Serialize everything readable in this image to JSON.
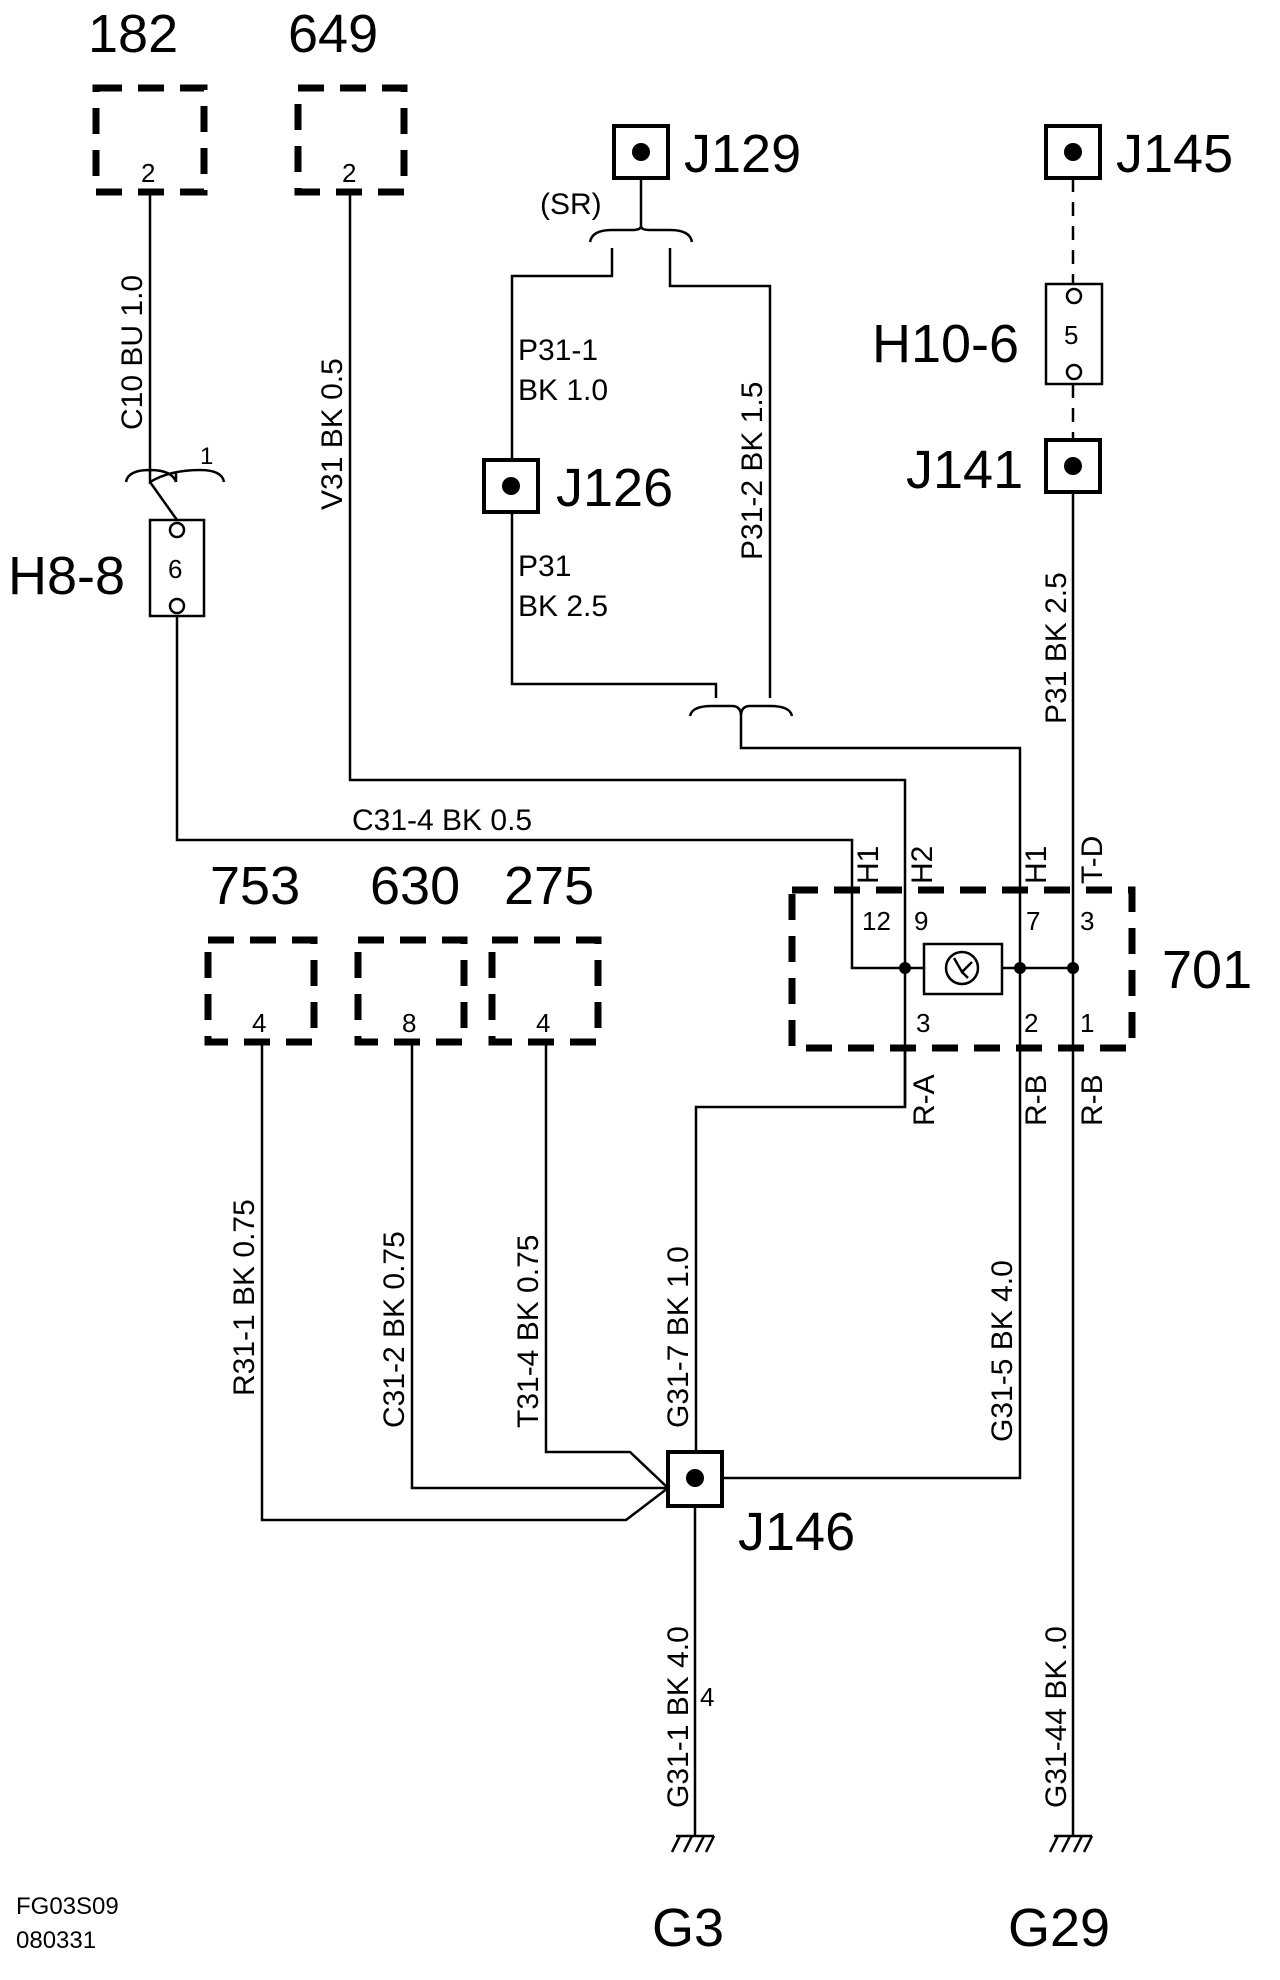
{
  "components": {
    "c182": {
      "label": "182",
      "pin": "2"
    },
    "c649": {
      "label": "649",
      "pin": "2"
    },
    "c753": {
      "label": "753",
      "pin": "4"
    },
    "c630": {
      "label": "630",
      "pin": "8"
    },
    "c275": {
      "label": "275",
      "pin": "4"
    },
    "c701": {
      "label": "701",
      "pins": [
        "12",
        "9",
        "7",
        "3",
        "3",
        "2",
        "1"
      ],
      "pin_labels_top": [
        "H1",
        "H2",
        "H1",
        "T-D"
      ],
      "pin_labels_bottom": [
        "R-A",
        "R-B",
        "R-B"
      ]
    }
  },
  "connectors": {
    "h8_8": {
      "label": "H8-8",
      "pin": "6"
    },
    "h10_6": {
      "label": "H10-6",
      "pin": "5"
    }
  },
  "junctions": {
    "j129": "J129",
    "j145": "J145",
    "j126": "J126",
    "j141": "J141",
    "j146": "J146"
  },
  "grounds": {
    "g3": "G3",
    "g29": "G29"
  },
  "wires": {
    "c10": "C10  BU  1.0",
    "v31": "V31  BK  0.5",
    "p31_1_a": "P31-1",
    "p31_1_b": "BK 1.0",
    "p31_a": "P31",
    "p31_b": "BK 2.5",
    "p31_2": "P31-2  BK   1.5",
    "p31_right": "P31  BK  2.5",
    "c31_4": "C31-4  BK  0.5",
    "r31_1": "R31-1  BK   0.75",
    "c31_2": "C31-2     BK   0.75",
    "t31_4": "T31-4    BK  0.75",
    "g31_7": "G31-7     BK      1.0",
    "g31_5": "G31-5     BK      4.0",
    "g31_1": "G31-1     BK   4.0",
    "g31_44": "G31-44     BK      .0"
  },
  "annotations": {
    "sr": "(SR)",
    "bracket_mark": "1",
    "pin_4_mark": "4"
  },
  "figure_id": {
    "line1": "FG03S09",
    "line2": "080331"
  }
}
